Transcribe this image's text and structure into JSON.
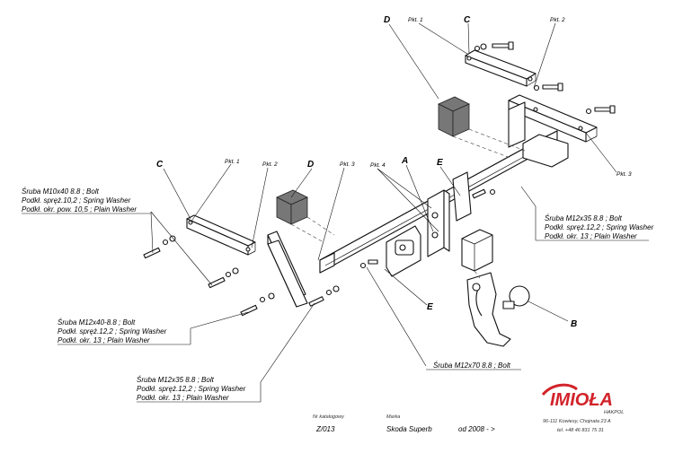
{
  "part_letters": {
    "A": "A",
    "B": "B",
    "C": "C",
    "D": "D",
    "E": "E"
  },
  "points": {
    "pkt1": "Pkt. 1",
    "pkt2": "Pkt. 2",
    "pkt3": "Pkt. 3",
    "pkt4": "Pkt. 4"
  },
  "callouts": {
    "left_top": {
      "line1": "Śruba M10x40  8.8 ;  Bolt",
      "line2": "Podkł. spręż.10,2 ; Spring Washer",
      "line3": "Podkł. okr. pow. 10,5 ; Plain Washer"
    },
    "left_mid": {
      "line1": "Śruba M12x40-8.8 ;  Bolt",
      "line2": "Podkł. spręż.12,2 ; Spring Washer",
      "line3": "Podkł. okr. 13 ; Plain Washer"
    },
    "bottom": {
      "line1": "Śruba M12x35 8.8 ;  Bolt",
      "line2": "Podkł. spręż.12,2 ; Spring Washer",
      "line3": "Podkł. okr. 13 ; Plain Washer"
    },
    "right": {
      "line1": "Śruba M12x35 8.8 ;  Bolt",
      "line2": "Podkł. spręż.12,2 ; Spring Washer",
      "line3": "Podkł. okr. 13 ; Plain Washer"
    },
    "center": {
      "line1": "Śruba M12x70 8.8 ;  Bolt"
    }
  },
  "title_block": {
    "catalog_label": "Nr katalogowy",
    "catalog_value": "Z/013",
    "brand_label": "Marka",
    "brand_value": "Skoda Superb",
    "year_value": "od 2008 - >"
  },
  "logo": {
    "brand": "IMIOŁA",
    "sub": "HAKPOL",
    "address": "96-111 Kowiesy, Chojnata 23 A",
    "phone": "tel. +48 46 831 75 31",
    "accent_color": "#d2232a"
  }
}
